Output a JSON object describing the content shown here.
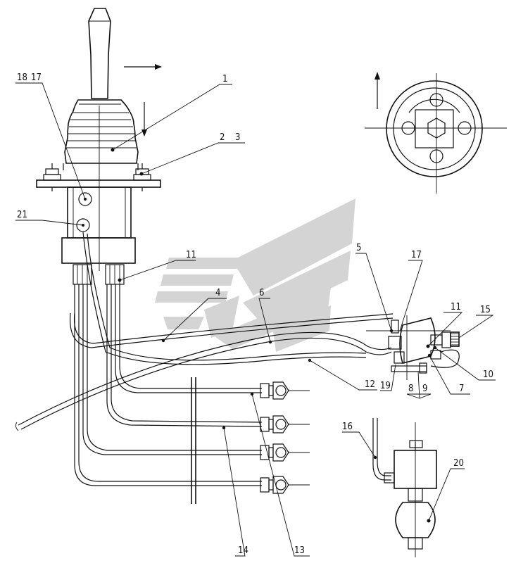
{
  "labels": [
    {
      "id": "1",
      "text": "1"
    },
    {
      "id": "2",
      "text": "2"
    },
    {
      "id": "3",
      "text": "3"
    },
    {
      "id": "4",
      "text": "4"
    },
    {
      "id": "5",
      "text": "5"
    },
    {
      "id": "6",
      "text": "6"
    },
    {
      "id": "7",
      "text": "7"
    },
    {
      "id": "8",
      "text": "8"
    },
    {
      "id": "9",
      "text": "9"
    },
    {
      "id": "10",
      "text": "10"
    },
    {
      "id": "11a",
      "text": "11"
    },
    {
      "id": "11b",
      "text": "11"
    },
    {
      "id": "12",
      "text": "12"
    },
    {
      "id": "13",
      "text": "13"
    },
    {
      "id": "14",
      "text": "14"
    },
    {
      "id": "15",
      "text": "15"
    },
    {
      "id": "16",
      "text": "16"
    },
    {
      "id": "17a",
      "text": "17"
    },
    {
      "id": "17b",
      "text": "17"
    },
    {
      "id": "18",
      "text": "18"
    },
    {
      "id": "19",
      "text": "19"
    },
    {
      "id": "20",
      "text": "20"
    },
    {
      "id": "21",
      "text": "21"
    }
  ]
}
